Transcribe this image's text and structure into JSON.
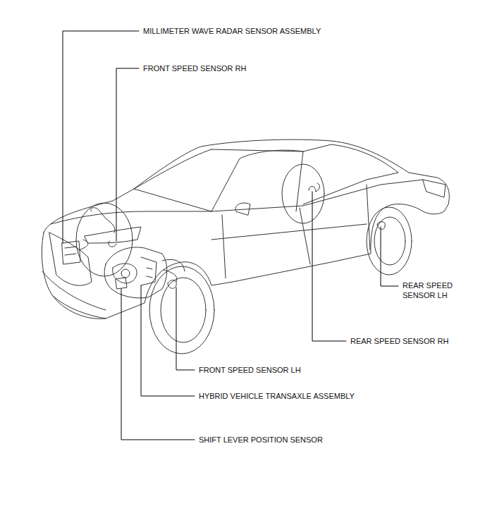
{
  "diagram": {
    "labels": [
      "MILLIMETER WAVE RADAR SENSOR ASSEMBLY",
      "FRONT SPEED SENSOR RH",
      "REAR SPEED SENSOR LH",
      "REAR SPEED SENSOR RH",
      "FRONT SPEED SENSOR LH",
      "HYBRID VEHICLE TRANSAXLE ASSEMBLY",
      "SHIFT LEVER POSITION SENSOR"
    ]
  }
}
